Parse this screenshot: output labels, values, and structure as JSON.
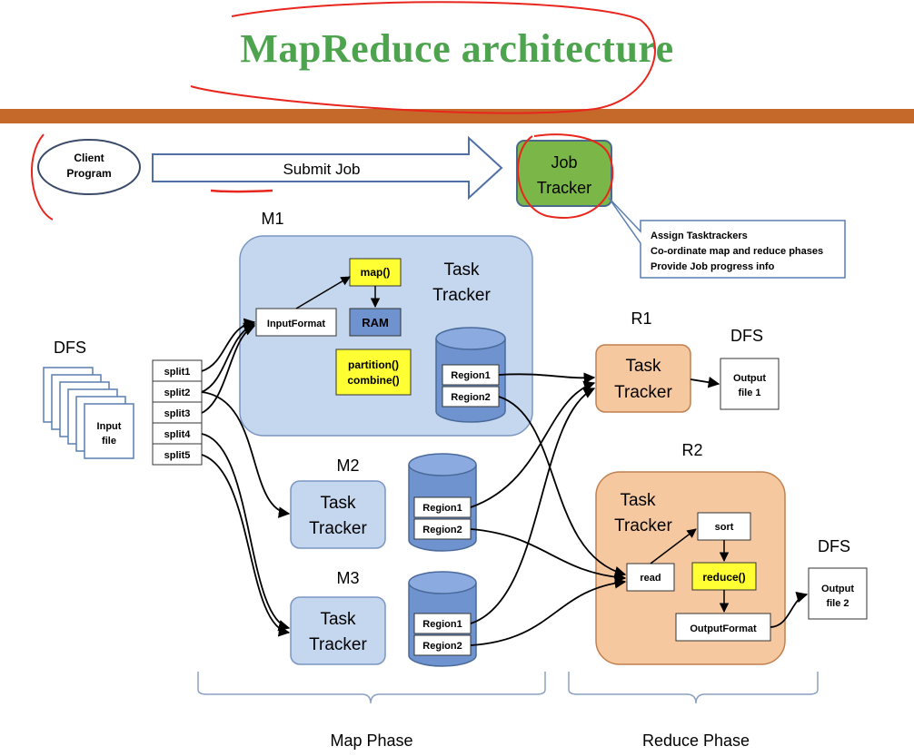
{
  "title": "MapReduce architecture",
  "client": {
    "line1": "Client",
    "line2": "Program"
  },
  "submit_label": "Submit Job",
  "job_tracker": {
    "line1": "Job",
    "line2": "Tracker"
  },
  "callout": {
    "line1": "Assign Tasktrackers",
    "line2": "Co-ordinate map and reduce phases",
    "line3": "Provide Job progress info"
  },
  "m1": {
    "label": "M1",
    "tt1": "Task",
    "tt2": "Tracker",
    "input_format": "InputFormat",
    "map": "map()",
    "ram": "RAM",
    "partition": "partition()",
    "combine": "combine()",
    "region1": "Region1",
    "region2": "Region2"
  },
  "m2": {
    "label": "M2",
    "tt1": "Task",
    "tt2": "Tracker",
    "region1": "Region1",
    "region2": "Region2"
  },
  "m3": {
    "label": "M3",
    "tt1": "Task",
    "tt2": "Tracker",
    "region1": "Region1",
    "region2": "Region2"
  },
  "dfs_in": {
    "label": "DFS",
    "file1": "Input",
    "file2": "file"
  },
  "splits": [
    "split1",
    "split2",
    "split3",
    "split4",
    "split5"
  ],
  "r1": {
    "label": "R1",
    "tt1": "Task",
    "tt2": "Tracker",
    "dfs": "DFS",
    "out1": "Output",
    "out2": "file 1"
  },
  "r2": {
    "label": "R2",
    "tt1": "Task",
    "tt2": "Tracker",
    "read": "read",
    "sort": "sort",
    "reduce": "reduce()",
    "output_format": "OutputFormat",
    "dfs": "DFS",
    "out1": "Output",
    "out2": "file 2"
  },
  "phases": {
    "map": "Map Phase",
    "reduce": "Reduce Phase"
  },
  "colors": {
    "title": "#4ea44e",
    "bar": "#c5692a",
    "blue_box": "#c5d7ee",
    "orange_box": "#f6c89f",
    "job_tracker": "#7ab648",
    "yellow": "#ffff33",
    "annotation": "#e8261e"
  }
}
